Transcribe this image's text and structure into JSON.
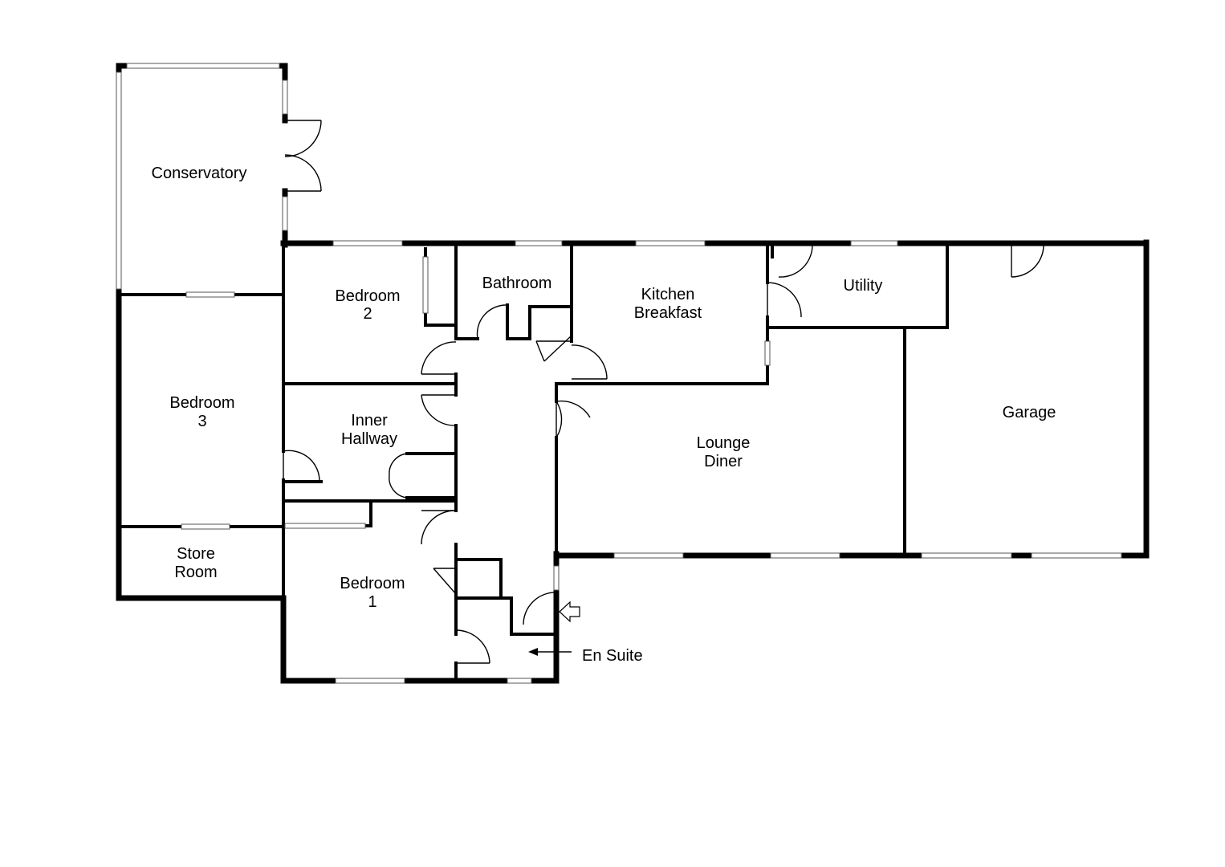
{
  "floorplan": {
    "rooms": {
      "conservatory": [
        "Conservatory"
      ],
      "bedroom_2": [
        "Bedroom",
        "2"
      ],
      "bathroom": [
        "Bathroom"
      ],
      "kitchen": [
        "Kitchen",
        "Breakfast"
      ],
      "utility": [
        "Utility"
      ],
      "garage": [
        "Garage"
      ],
      "bedroom_3": [
        "Bedroom",
        "3"
      ],
      "inner_hallway": [
        "Inner",
        "Hallway"
      ],
      "lounge": [
        "Lounge",
        "Diner"
      ],
      "store_room": [
        "Store",
        "Room"
      ],
      "bedroom_1": [
        "Bedroom",
        "1"
      ]
    },
    "en_suite_label": "En Suite",
    "colors": {
      "wall": "#000000",
      "background": "#ffffff",
      "window": "#ffffff"
    }
  }
}
